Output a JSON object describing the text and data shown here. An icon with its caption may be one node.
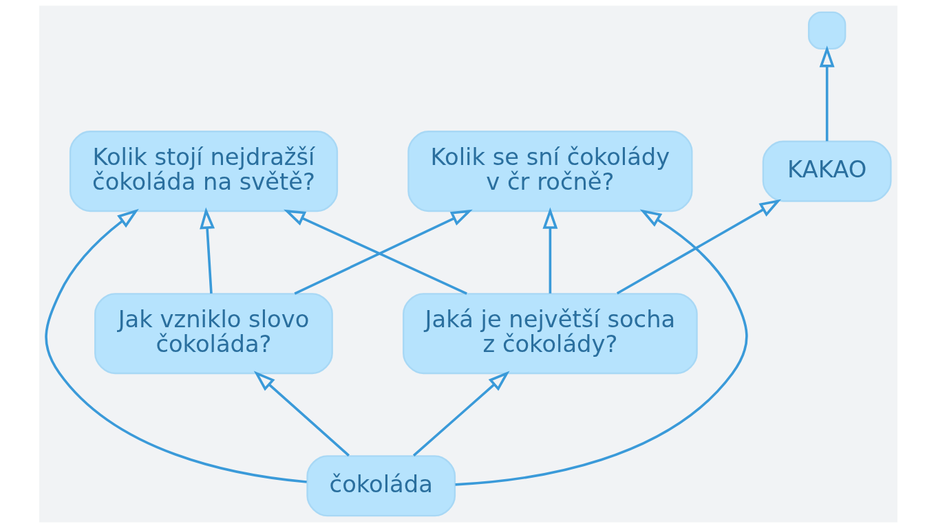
{
  "diagram": {
    "nodes": [
      {
        "text": [],
        "shape": "box"
      },
      {
        "text": [
          "KAKAO"
        ]
      },
      {
        "text": [
          "Kolik stojí nejdražší čokoláda na světě?"
        ]
      },
      {
        "text": [
          "čokoláda"
        ]
      },
      {
        "text": [
          "Jak vzniklo slovo čokoláda?"
        ]
      },
      {
        "text": [
          "Kolik se sní čokolády v čr ročně?"
        ]
      },
      {
        "text": [
          "Jaká je největší socha z čokolády?"
        ]
      }
    ],
    "edges": [
      {
        "from": 1,
        "to": 0,
        "arrow": "to"
      },
      {
        "from": 6,
        "to": 1,
        "arrow": "to"
      },
      {
        "from": 4,
        "to": 2,
        "arrow": "to"
      },
      {
        "from": 3,
        "to": 2,
        "arrow": "to"
      },
      {
        "from": 6,
        "to": 2,
        "arrow": "to"
      },
      {
        "from": 3,
        "to": 4,
        "arrow": "to"
      },
      {
        "from": 3,
        "to": 5,
        "arrow": "to"
      },
      {
        "from": 3,
        "to": 6,
        "arrow": "to"
      },
      {
        "from": 4,
        "to": 5,
        "arrow": "to"
      },
      {
        "from": 6,
        "to": 5,
        "arrow": "to"
      }
    ]
  }
}
